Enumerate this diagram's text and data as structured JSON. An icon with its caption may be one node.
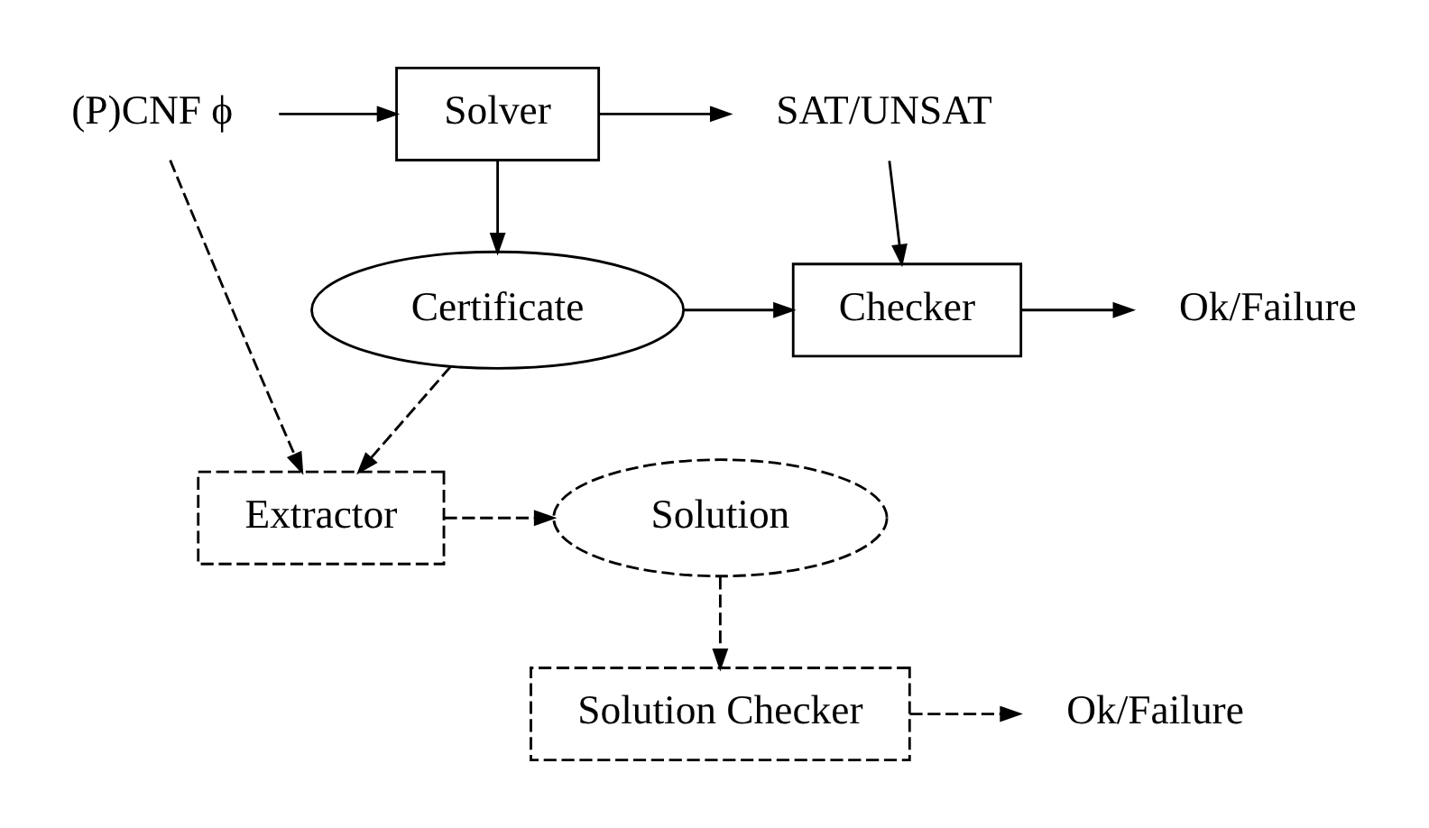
{
  "diagram": {
    "nodes": [
      {
        "text": [
          "(P)CNF ϕ"
        ]
      },
      {
        "text": [
          "Solver"
        ]
      },
      {
        "text": [
          "SAT/UNSAT"
        ]
      },
      {
        "text": [
          "Certificate"
        ]
      },
      {
        "text": [
          "Checker"
        ]
      },
      {
        "text": [
          "Ok/Failure"
        ]
      },
      {
        "text": [
          "Extractor"
        ]
      },
      {
        "text": [
          "Solution"
        ]
      },
      {
        "text": [
          "Solution Checker"
        ]
      },
      {
        "text": [
          "Ok/Failure"
        ]
      }
    ],
    "edges": [
      {
        "from": 0,
        "to": 1,
        "arrow": "to"
      },
      {
        "from": 1,
        "to": 2,
        "arrow": "to"
      },
      {
        "from": 1,
        "to": 3,
        "arrow": "to"
      },
      {
        "from": 2,
        "to": 4,
        "arrow": "to"
      },
      {
        "from": 3,
        "to": 4,
        "arrow": "to"
      },
      {
        "from": 4,
        "to": 5,
        "arrow": "to"
      },
      {
        "from": 3,
        "to": 6,
        "arrow": "to",
        "style": "dashed"
      },
      {
        "from": 0,
        "to": 6,
        "arrow": "to",
        "style": "dashed"
      },
      {
        "from": 6,
        "to": 7,
        "arrow": "to",
        "style": "dashed"
      },
      {
        "from": 7,
        "to": 8,
        "arrow": "to",
        "style": "dashed"
      },
      {
        "from": 8,
        "to": 9,
        "arrow": "to",
        "style": "dashed"
      }
    ]
  }
}
